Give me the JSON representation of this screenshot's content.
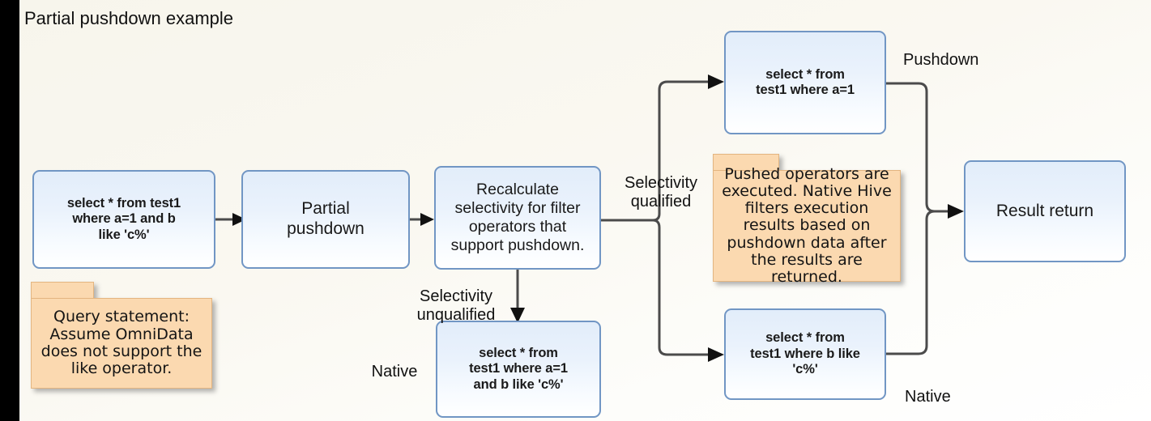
{
  "diagram": {
    "title": "Partial pushdown example",
    "background_color": "#faf8f1",
    "node_border_color": "#7196c4",
    "note_fill_color": "#fbd9b0"
  },
  "nodes": {
    "query_input": "select * from test1\nwhere a=1 and b\nlike 'c%'",
    "partial_pushdown": "Partial\npushdown",
    "recalculate": "Recalculate\nselectivity for filter\noperators that\nsupport pushdown.",
    "pushdown_a": "select * from\ntest1 where a=1",
    "pushdown_b": "select * from\ntest1 where b like\n'c%'",
    "native_full": "select * from\ntest1 where a=1\nand b like 'c%'",
    "result_return": "Result return"
  },
  "notes": {
    "query_note": "Query statement:\nAssume OmniData\ndoes not support\nthe like operator.",
    "pushdown_note": "Pushed operators are\nexecuted. Native Hive\nfilters execution results\nbased on pushdown\ndata after the results\nare returned."
  },
  "edge_labels": {
    "selectivity_qualified": "Selectivity\nqualified",
    "selectivity_unqualified": "Selectivity\nunqualified",
    "native_middle": "Native",
    "pushdown_top": "Pushdown",
    "native_bottom": "Native"
  }
}
